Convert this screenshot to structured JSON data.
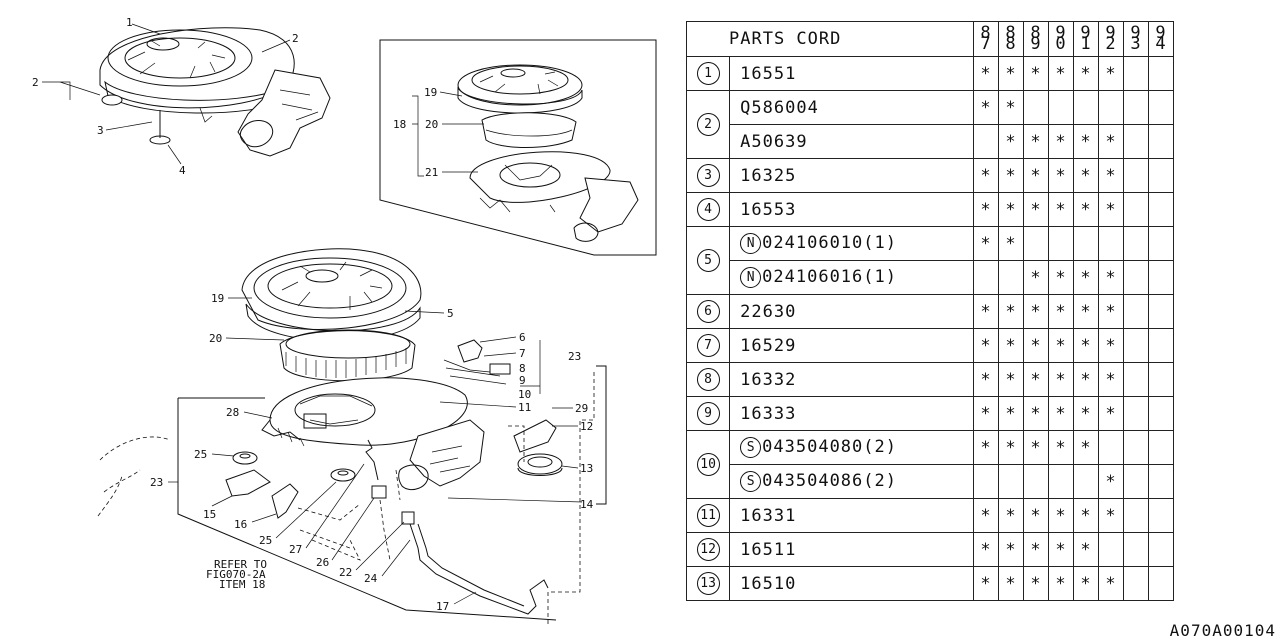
{
  "diagram": {
    "callouts": {
      "c1": "1",
      "c2a": "2",
      "c2b": "2",
      "c3": "3",
      "c4": "4",
      "c19a": "19",
      "c18": "18",
      "c20a": "20",
      "c21": "21",
      "c19b": "19",
      "c5": "5",
      "c20b": "20",
      "c6": "6",
      "c7": "7",
      "c8": "8",
      "c9": "9",
      "c10": "10",
      "c11": "11",
      "c23a": "23",
      "c28": "28",
      "c29": "29",
      "c12": "12",
      "c13": "13",
      "c14": "14",
      "c25a": "25",
      "c23b": "23",
      "c15": "15",
      "c16": "16",
      "c25b": "25",
      "c27": "27",
      "c26": "26",
      "c22": "22",
      "c24": "24",
      "c17": "17"
    },
    "refer_note": [
      "REFER TO",
      "FIG070-2A",
      "ITEM 18"
    ]
  },
  "table": {
    "title": "PARTS CORD",
    "years": [
      [
        "8",
        "7"
      ],
      [
        "8",
        "8"
      ],
      [
        "8",
        "9"
      ],
      [
        "9",
        "0"
      ],
      [
        "9",
        "1"
      ],
      [
        "9",
        "2"
      ],
      [
        "9",
        "3"
      ],
      [
        "9",
        "4"
      ]
    ],
    "mark_symbol": "*",
    "rows": [
      {
        "index": "1",
        "entries": [
          {
            "prefix": "",
            "part": "16551",
            "marks": [
              1,
              1,
              1,
              1,
              1,
              1,
              0,
              0
            ]
          }
        ]
      },
      {
        "index": "2",
        "entries": [
          {
            "prefix": "",
            "part": "Q586004",
            "marks": [
              1,
              1,
              0,
              0,
              0,
              0,
              0,
              0
            ]
          },
          {
            "prefix": "",
            "part": "A50639",
            "marks": [
              0,
              1,
              1,
              1,
              1,
              1,
              0,
              0
            ]
          }
        ]
      },
      {
        "index": "3",
        "entries": [
          {
            "prefix": "",
            "part": "16325",
            "marks": [
              1,
              1,
              1,
              1,
              1,
              1,
              0,
              0
            ]
          }
        ]
      },
      {
        "index": "4",
        "entries": [
          {
            "prefix": "",
            "part": "16553",
            "marks": [
              1,
              1,
              1,
              1,
              1,
              1,
              0,
              0
            ]
          }
        ]
      },
      {
        "index": "5",
        "entries": [
          {
            "prefix": "N",
            "part": "024106010(1)",
            "marks": [
              1,
              1,
              0,
              0,
              0,
              0,
              0,
              0
            ]
          },
          {
            "prefix": "N",
            "part": "024106016(1)",
            "marks": [
              0,
              0,
              1,
              1,
              1,
              1,
              0,
              0
            ]
          }
        ]
      },
      {
        "index": "6",
        "entries": [
          {
            "prefix": "",
            "part": "22630",
            "marks": [
              1,
              1,
              1,
              1,
              1,
              1,
              0,
              0
            ]
          }
        ]
      },
      {
        "index": "7",
        "entries": [
          {
            "prefix": "",
            "part": "16529",
            "marks": [
              1,
              1,
              1,
              1,
              1,
              1,
              0,
              0
            ]
          }
        ]
      },
      {
        "index": "8",
        "entries": [
          {
            "prefix": "",
            "part": "16332",
            "marks": [
              1,
              1,
              1,
              1,
              1,
              1,
              0,
              0
            ]
          }
        ]
      },
      {
        "index": "9",
        "entries": [
          {
            "prefix": "",
            "part": "16333",
            "marks": [
              1,
              1,
              1,
              1,
              1,
              1,
              0,
              0
            ]
          }
        ]
      },
      {
        "index": "10",
        "entries": [
          {
            "prefix": "S",
            "part": "043504080(2)",
            "marks": [
              1,
              1,
              1,
              1,
              1,
              0,
              0,
              0
            ]
          },
          {
            "prefix": "S",
            "part": "043504086(2)",
            "marks": [
              0,
              0,
              0,
              0,
              0,
              1,
              0,
              0
            ]
          }
        ]
      },
      {
        "index": "11",
        "entries": [
          {
            "prefix": "",
            "part": "16331",
            "marks": [
              1,
              1,
              1,
              1,
              1,
              1,
              0,
              0
            ]
          }
        ]
      },
      {
        "index": "12",
        "entries": [
          {
            "prefix": "",
            "part": "16511",
            "marks": [
              1,
              1,
              1,
              1,
              1,
              0,
              0,
              0
            ]
          }
        ]
      },
      {
        "index": "13",
        "entries": [
          {
            "prefix": "",
            "part": "16510",
            "marks": [
              1,
              1,
              1,
              1,
              1,
              1,
              0,
              0
            ]
          }
        ]
      }
    ]
  },
  "footer": {
    "code": "A070A00104"
  }
}
